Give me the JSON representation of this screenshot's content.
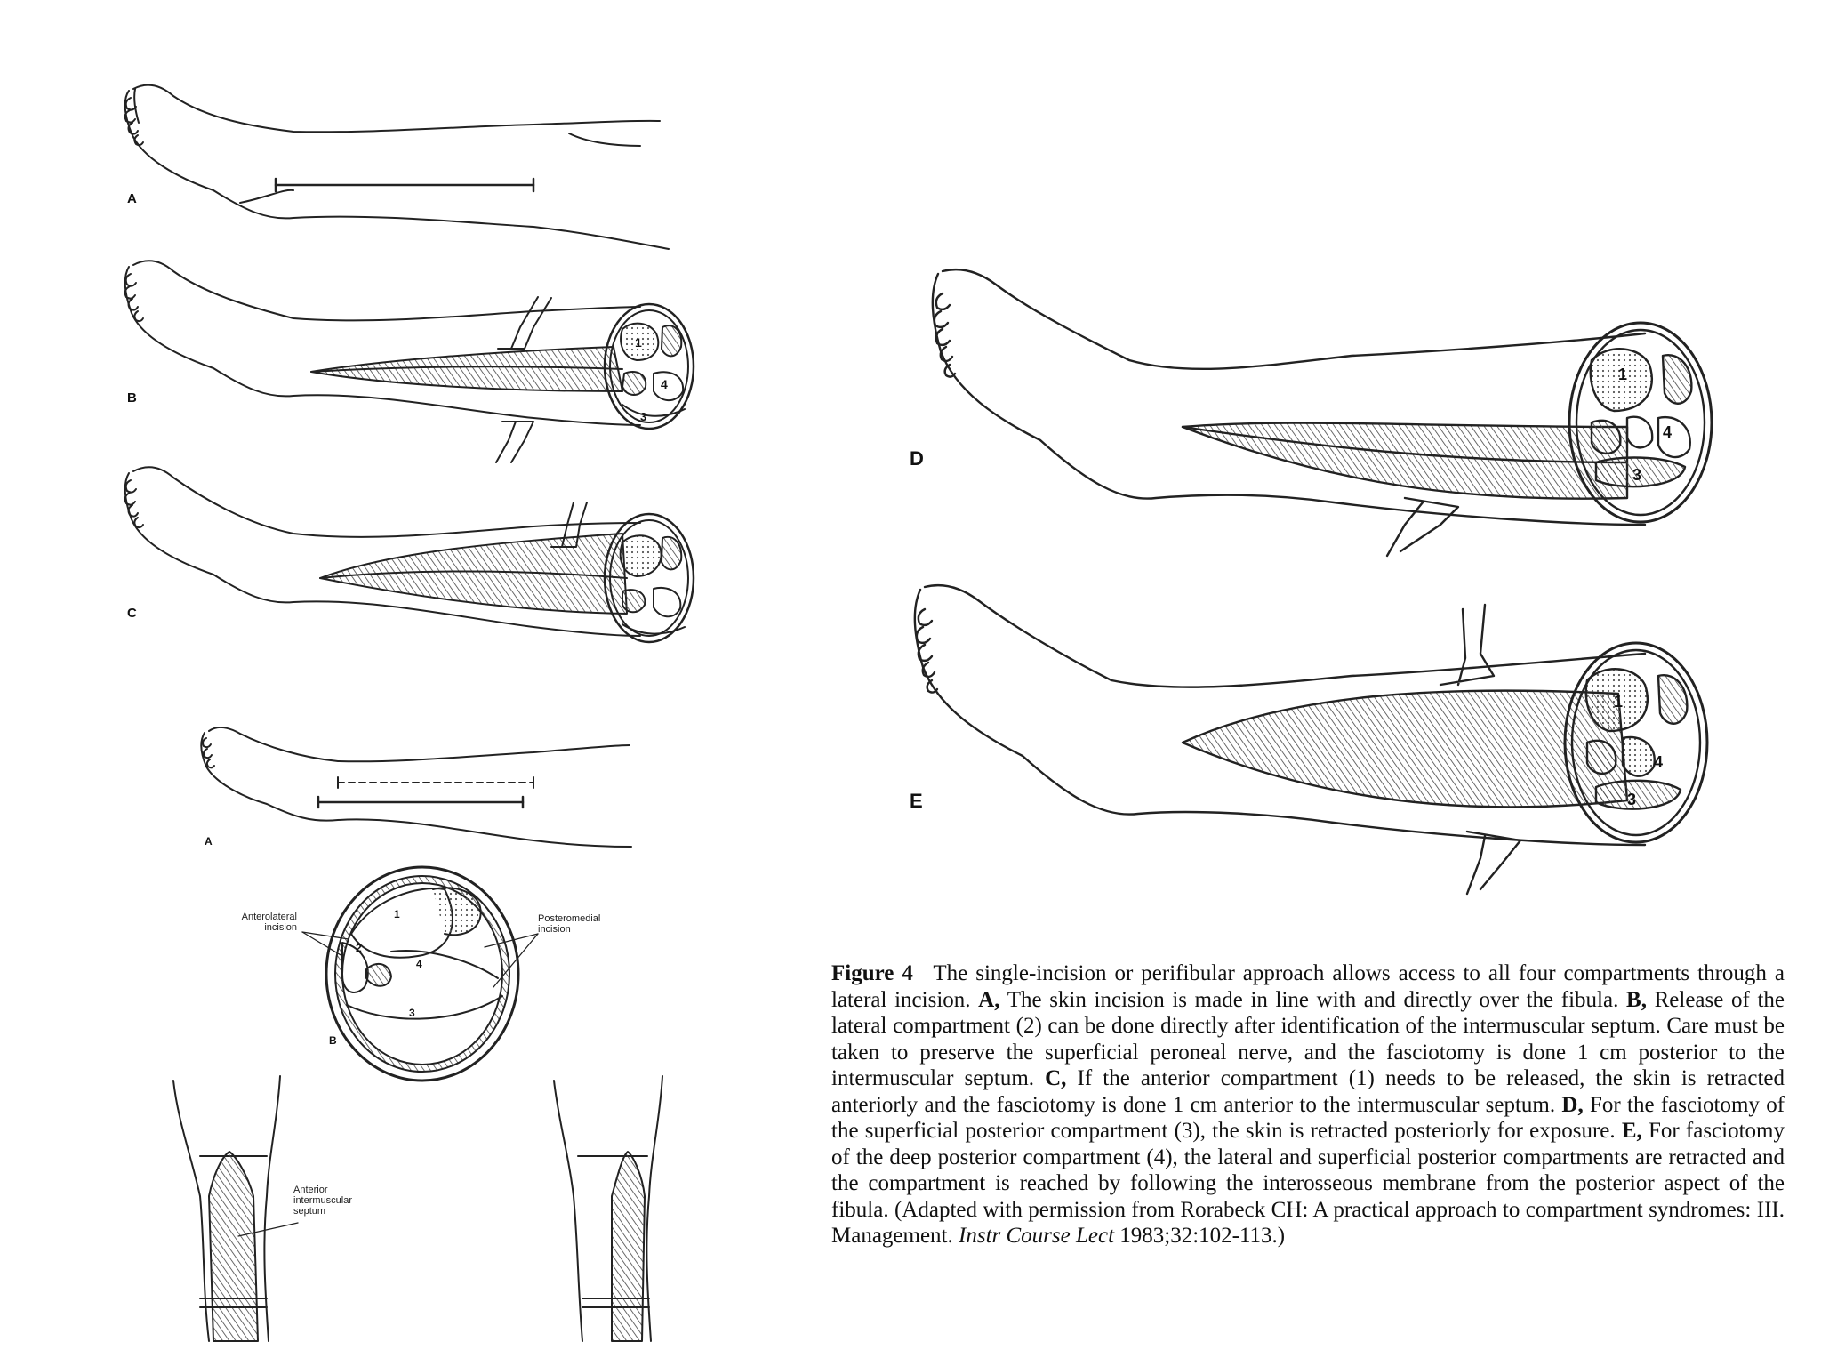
{
  "panels_left_top": {
    "a": "A",
    "b": "B",
    "c": "C"
  },
  "panels_left_bottom": {
    "a": "A",
    "b": "B",
    "anterolateral": "Anterolateral incision",
    "posteromedial": "Posteromedial incision",
    "anterior_septum": "Anterior intermuscular septum"
  },
  "panels_right": {
    "d": "D",
    "e": "E"
  },
  "compartments": {
    "c1": "1",
    "c2": "2",
    "c3": "3",
    "c4": "4"
  },
  "caption": {
    "figure_label": "Figure 4",
    "intro": "The single-incision or perifibular approach allows access to all four compartments through a lateral incision.",
    "a_label": "A,",
    "a_text": "The skin incision is made in line with and directly over the fibula.",
    "b_label": "B,",
    "b_text": "Release of the lateral compartment (2) can be done directly after identification of the intermuscular septum. Care must be taken to preserve the superficial peroneal nerve, and the fasciotomy is done 1 cm posterior to the intermuscular septum.",
    "c_label": "C,",
    "c_text": "If the anterior compartment (1) needs to be released, the skin is retracted anteriorly and the fasciotomy is done 1 cm anterior to the intermuscular septum.",
    "d_label": "D,",
    "d_text": "For the fasciotomy of the superficial posterior compartment (3), the skin is retracted posteriorly for exposure.",
    "e_label": "E,",
    "e_text": "For fasciotomy of the deep posterior compartment (4), the lateral and superficial posterior compartments are retracted and the compartment is reached by following the interosseous membrane from the posterior aspect of the fibula. (Adapted with permission from Rorabeck CH: A practical approach to compartment syndromes: III. Management.",
    "journal": "Instr Course Lect",
    "citation": "1983;32:102-113.)"
  }
}
